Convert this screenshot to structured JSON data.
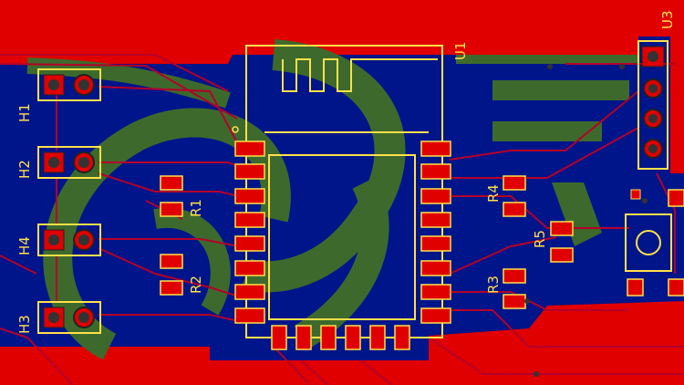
{
  "colors": {
    "board": "#e00000",
    "copper_bottom": "#001a8c",
    "pour_green": "#3f6a2a",
    "silkscreen": "#ffe04a",
    "trace": "#b00020",
    "pad_top": "#e00000",
    "via_ring": "#222222"
  },
  "labels": {
    "u1": "U1",
    "u3": "U3",
    "h1": "H1",
    "h2": "H2",
    "h3": "H3",
    "h4": "H4",
    "r1": "R1",
    "r2": "R2",
    "r3": "R3",
    "r4": "R4",
    "r5": "R5"
  }
}
